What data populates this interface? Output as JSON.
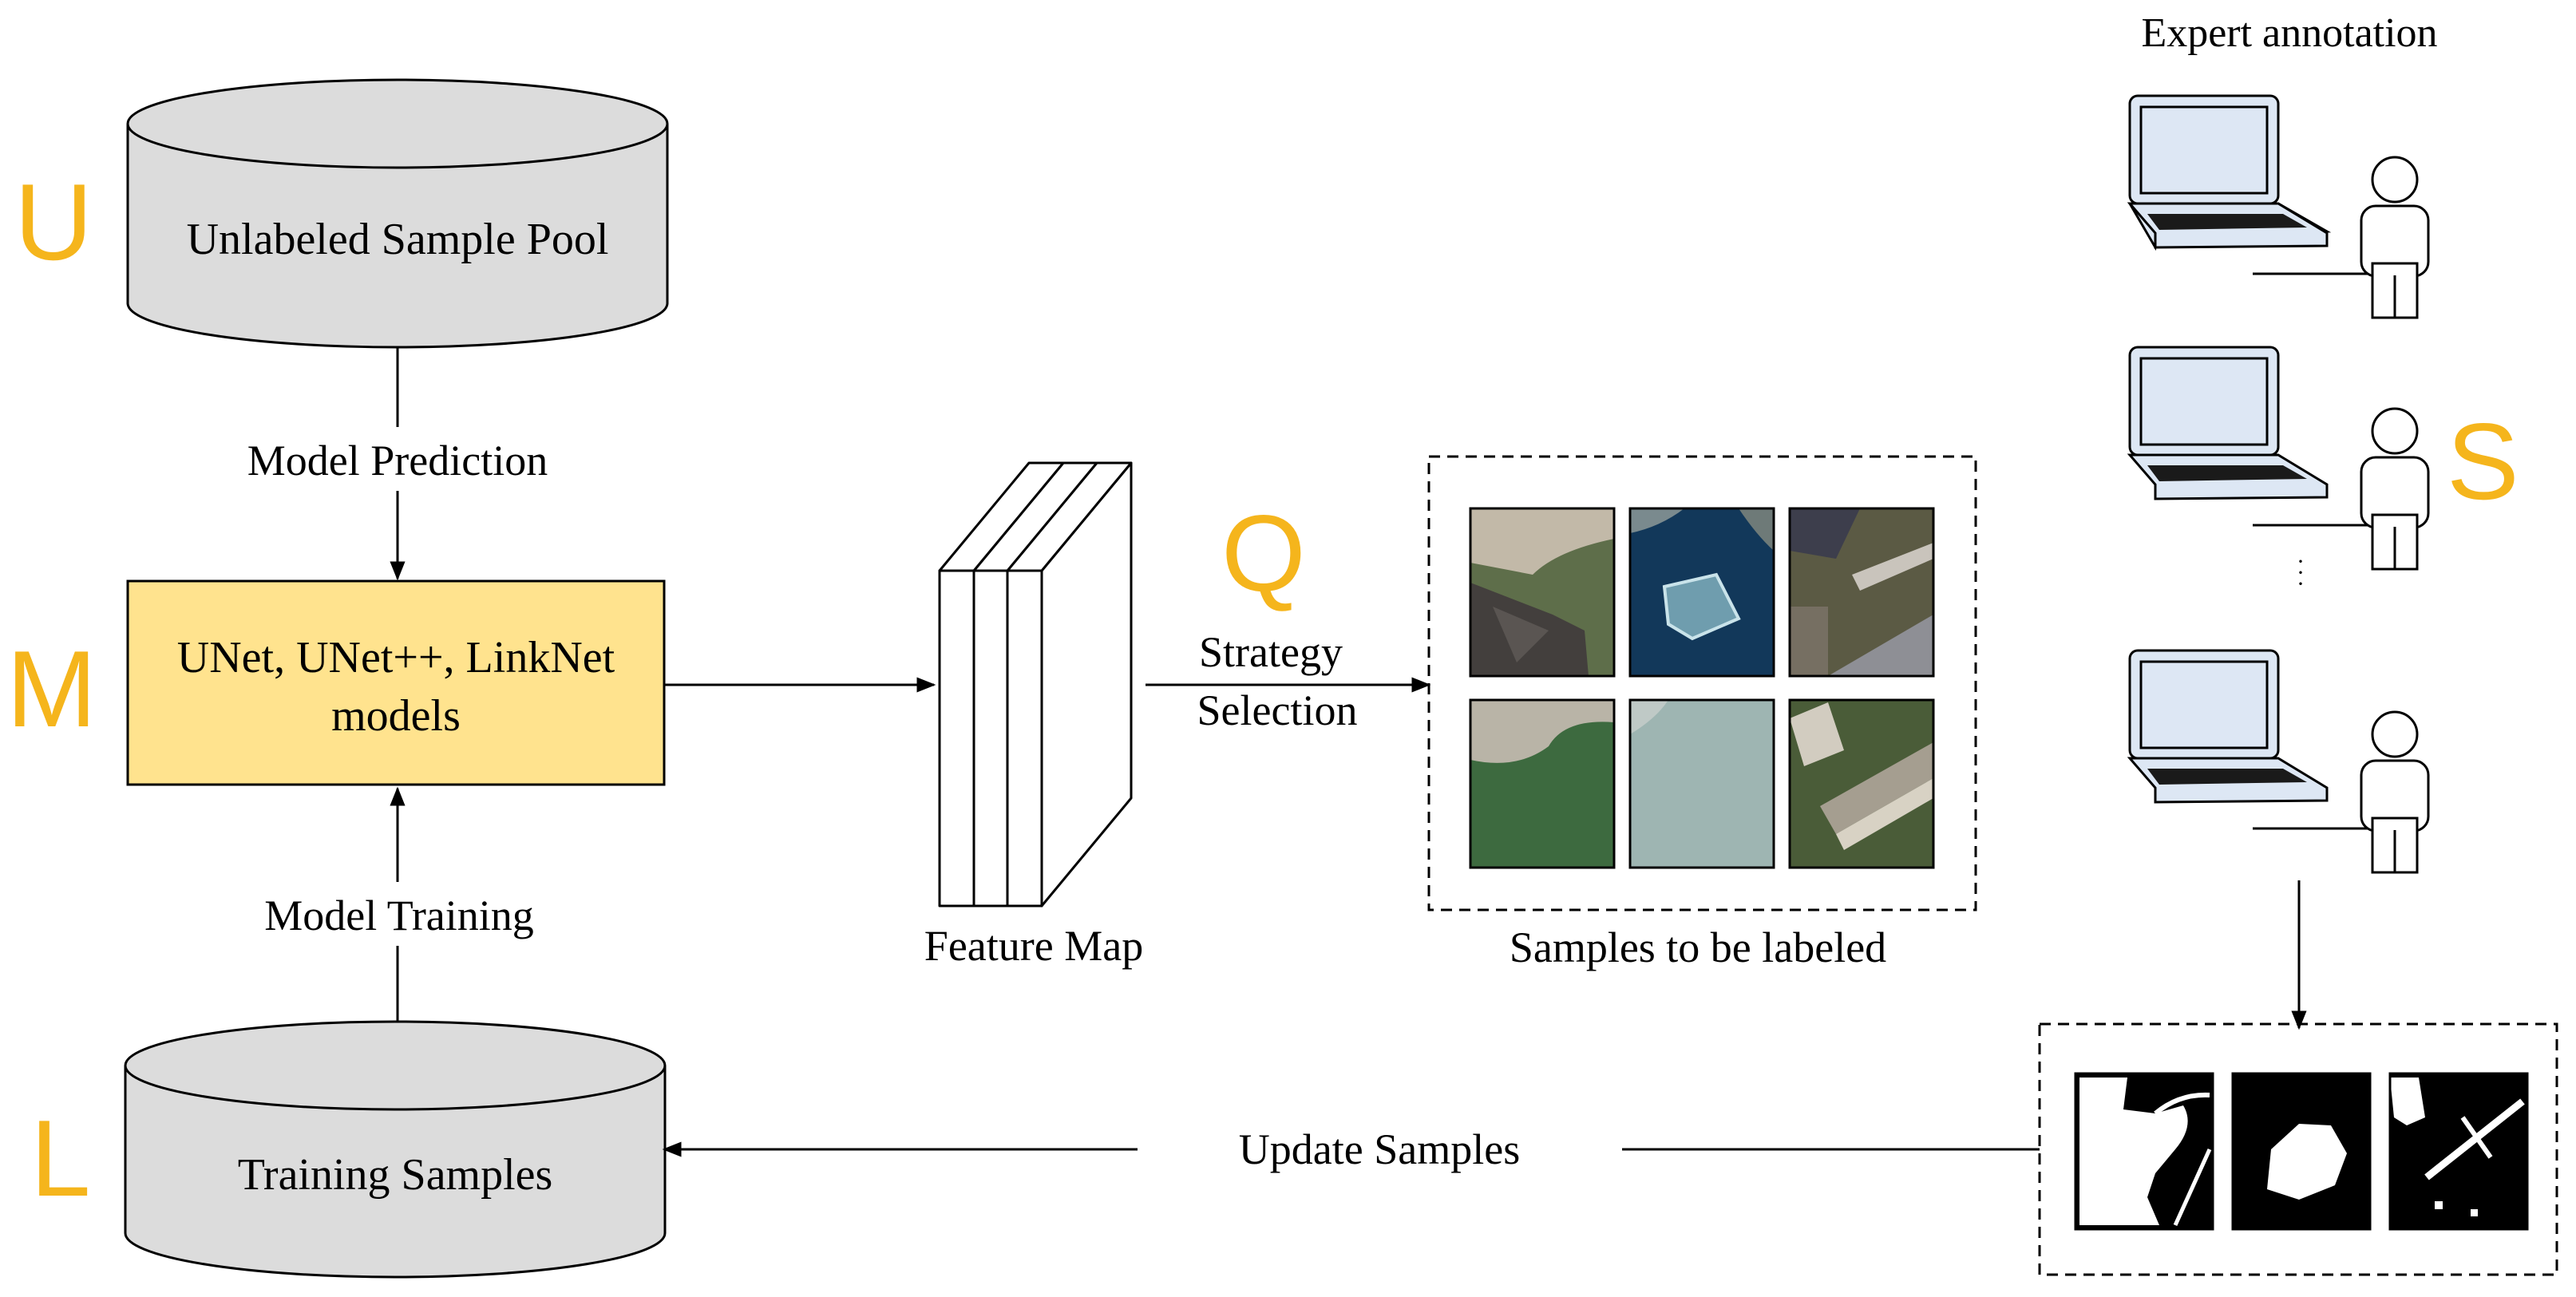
{
  "letters": {
    "u": "U",
    "m": "M",
    "l": "L",
    "q": "Q",
    "s": "S"
  },
  "nodes": {
    "unlabeled_pool": "Unlabeled Sample Pool",
    "models_line1": "UNet, UNet++, LinkNet",
    "models_line2": "models",
    "training_samples": "Training Samples",
    "feature_map": "Feature Map",
    "samples_to_label": "Samples to be labeled",
    "expert_annotation": "Expert annotation"
  },
  "edges": {
    "model_prediction": "Model Prediction",
    "model_training": "Model Training",
    "strategy_line1": "Strategy",
    "strategy_line2": "Selection",
    "update_samples": "Update Samples"
  },
  "ellipsis": "·",
  "colors": {
    "accent_letter": "#F5B51C",
    "model_box_fill": "#FFE38E",
    "database_fill": "#DCDCDC",
    "laptop_screen": "#DDE7F4",
    "stroke": "#000000"
  },
  "icons": [
    "database-icon",
    "laptop-icon",
    "person-icon",
    "feature-map-stack-icon"
  ]
}
